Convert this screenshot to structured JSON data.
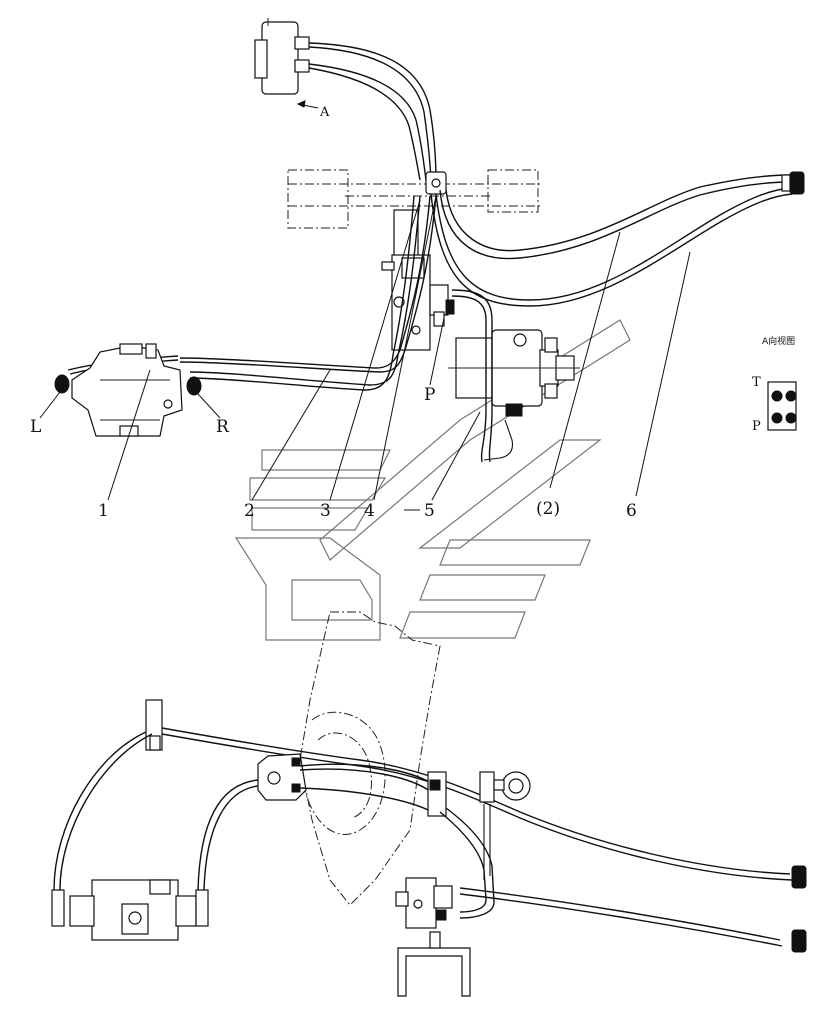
{
  "view_marker": "A",
  "view_direction_label": "A向视图",
  "ports": {
    "left": "L",
    "right": "R",
    "pressure": "P",
    "tank": "T",
    "pressure_small": "P"
  },
  "callouts": [
    "1",
    "2",
    "3",
    "4",
    "5",
    "(2)",
    "6"
  ]
}
